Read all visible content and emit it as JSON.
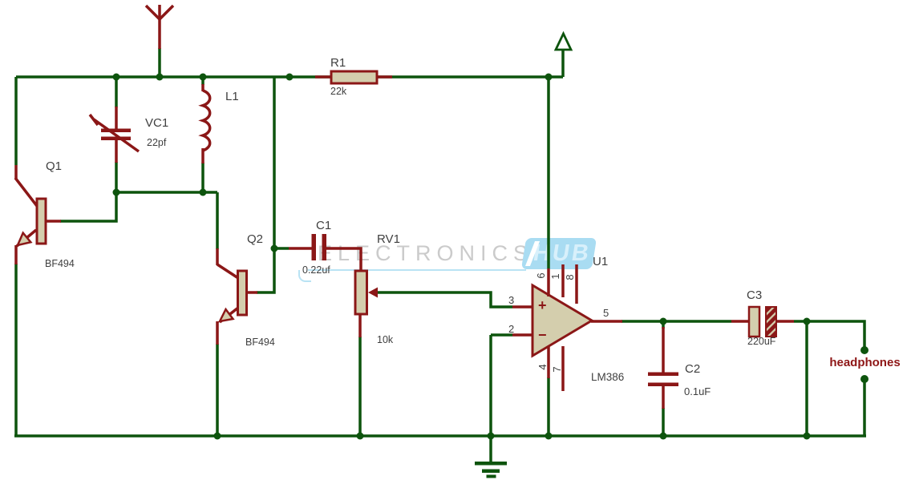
{
  "diagram": {
    "type": "circuit-schematic",
    "watermark": {
      "brand": "ELECTRONICS",
      "badge": "HUB"
    },
    "components": {
      "r1": {
        "ref": "R1",
        "value": "22k"
      },
      "vc1": {
        "ref": "VC1",
        "value": "22pf"
      },
      "l1": {
        "ref": "L1"
      },
      "q1": {
        "ref": "Q1",
        "part": "BF494"
      },
      "q2": {
        "ref": "Q2",
        "part": "BF494"
      },
      "c1": {
        "ref": "C1",
        "value": "0.22uf"
      },
      "rv1": {
        "ref": "RV1",
        "value": "10k"
      },
      "u1": {
        "ref": "U1",
        "part": "LM386",
        "pin1": "1",
        "pin2": "2",
        "pin3": "3",
        "pin4": "4",
        "pin5": "5",
        "pin6": "6",
        "pin7": "7",
        "pin8": "8",
        "noninverting": "+",
        "inverting": "−"
      },
      "c2": {
        "ref": "C2",
        "value": "0.1uF"
      },
      "c3": {
        "ref": "C3",
        "value": "220uF"
      },
      "headphones": {
        "label": "headphones"
      }
    },
    "colors": {
      "wire": "#0d540d",
      "component": "#8b1717",
      "component_fill": "#d4cead",
      "label": "#3f3f3f",
      "headphones_label": "#8e1616",
      "watermark_text": "#cbcbcb",
      "watermark_badge": "#a9dcf2",
      "background": "#ffffff"
    }
  }
}
